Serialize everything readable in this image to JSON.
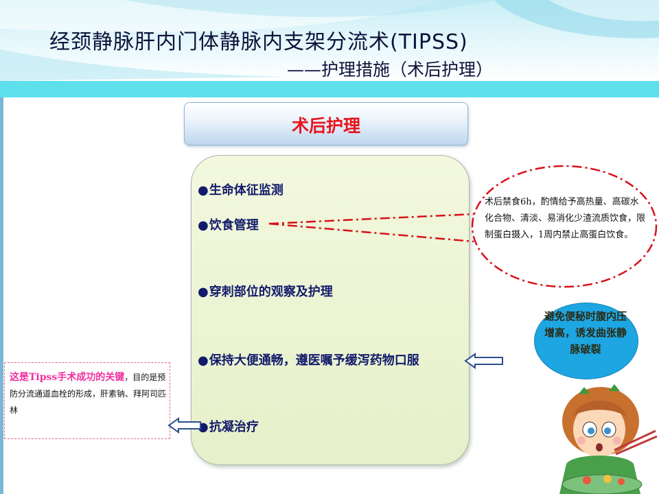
{
  "header": {
    "title": "经颈静脉肝内门体静脉内支架分流术(TIPSS)",
    "subtitle": "——护理措施（术后护理）"
  },
  "section": {
    "title": "术后护理"
  },
  "items": [
    {
      "bullet": "●",
      "label": "生命体征监测"
    },
    {
      "bullet": "●",
      "label": "饮食管理"
    },
    {
      "bullet": "●",
      "label": "穿刺部位的观察及护理"
    },
    {
      "bullet": "●",
      "label": "保持大便通畅，遵医嘱予缓泻药物口服"
    },
    {
      "bullet": "●",
      "label": "抗凝治疗"
    }
  ],
  "diet_note": "术后禁食6h，酌情给予高热量、高碳水化合物、清淡、易消化少渣流质饮食，限制蛋白摄入，1周内禁止高蛋白饮食。",
  "warning": "避免便秘时腹内压增高，诱发曲张静脉破裂",
  "key_note": {
    "highlight": "这是Tipss手术成功的关键",
    "text": "，目的是预防分流通道血栓的形成，肝素钠、拜阿司匹林"
  },
  "colors": {
    "title_text": "#10123a",
    "accent_bar": "#5de0ec",
    "section_title": "#e8141a",
    "item_text": "#111a6b",
    "dash_red": "#d81018",
    "bubble_blue": "#1da6e2",
    "highlight_pink": "#ef2f9f"
  },
  "icons": [
    "arrow-left-icon",
    "arrow-left-icon",
    "cartoon-girl-eating-icon"
  ]
}
